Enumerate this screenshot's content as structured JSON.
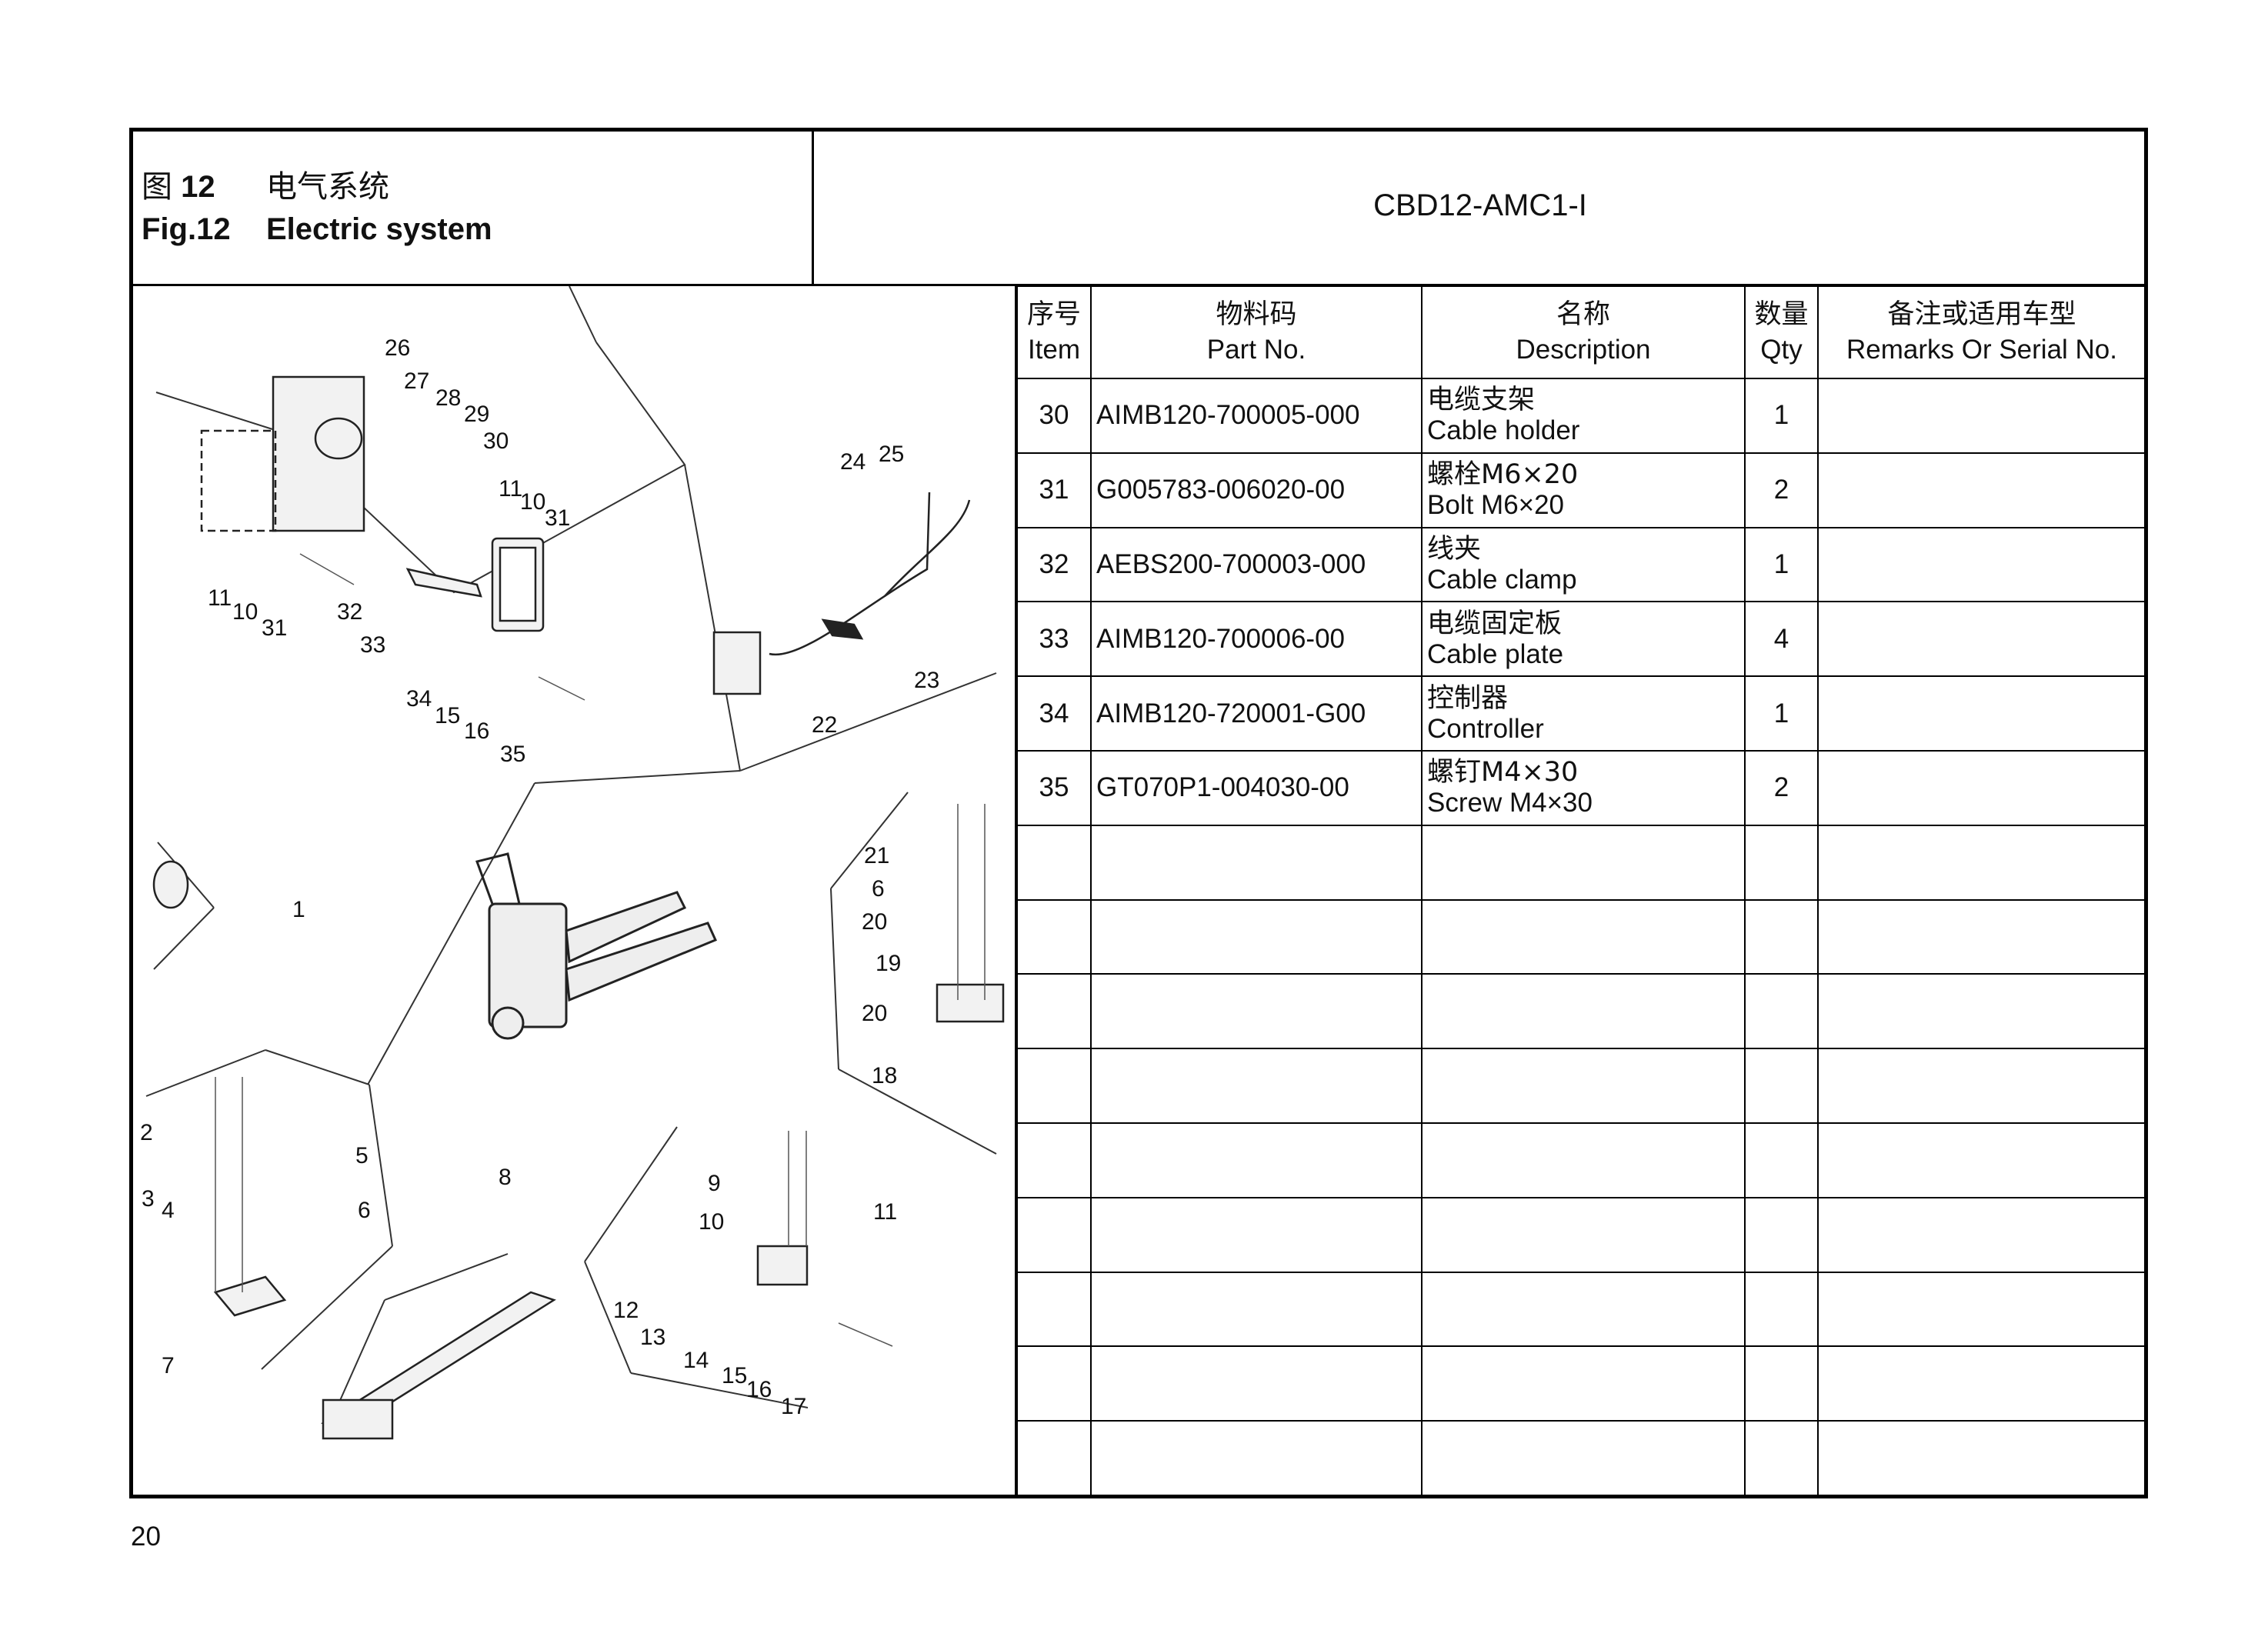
{
  "header": {
    "fig_cn_label": "图",
    "fig_cn_num": "12",
    "title_cn": "电气系统",
    "fig_en_label": "Fig.12",
    "title_en": "Electric system",
    "model": "CBD12-AMC1-I"
  },
  "table": {
    "headers": [
      {
        "cn": "序号",
        "en": "Item"
      },
      {
        "cn": "物料码",
        "en": "Part No."
      },
      {
        "cn": "名称",
        "en": "Description"
      },
      {
        "cn": "数量",
        "en": "Qty"
      },
      {
        "cn": "备注或适用车型",
        "en": "Remarks Or Serial No."
      }
    ],
    "rows": [
      {
        "item": "30",
        "part_no": "AIMB120-700005-000",
        "desc_cn": "电缆支架",
        "desc_en": "Cable holder",
        "qty": "1",
        "remarks": ""
      },
      {
        "item": "31",
        "part_no": "G005783-006020-00",
        "desc_cn": "螺栓M6×20",
        "desc_en": "Bolt M6×20",
        "qty": "2",
        "remarks": ""
      },
      {
        "item": "32",
        "part_no": "AEBS200-700003-000",
        "desc_cn": "线夹",
        "desc_en": "Cable clamp",
        "qty": "1",
        "remarks": ""
      },
      {
        "item": "33",
        "part_no": "AIMB120-700006-00",
        "desc_cn": "电缆固定板",
        "desc_en": "Cable plate",
        "qty": "4",
        "remarks": ""
      },
      {
        "item": "34",
        "part_no": "AIMB120-720001-G00",
        "desc_cn": "控制器",
        "desc_en": "Controller",
        "qty": "1",
        "remarks": ""
      },
      {
        "item": "35",
        "part_no": "GT070P1-004030-00",
        "desc_cn": "螺钉M4×30",
        "desc_en": "Screw M4×30",
        "qty": "2",
        "remarks": ""
      }
    ],
    "empty_row_count": 9
  },
  "illustration": {
    "callouts": [
      "26",
      "27",
      "28",
      "29",
      "30",
      "11",
      "10",
      "31",
      "24",
      "25",
      "11",
      "10",
      "31",
      "32",
      "33",
      "23",
      "22",
      "34",
      "15",
      "16",
      "35",
      "21",
      "6",
      "20",
      "19",
      "20",
      "18",
      "1",
      "2",
      "5",
      "3",
      "4",
      "6",
      "8",
      "9",
      "10",
      "11",
      "7",
      "12",
      "13",
      "14",
      "15",
      "16",
      "17"
    ]
  },
  "footer": {
    "page_number": "20"
  }
}
